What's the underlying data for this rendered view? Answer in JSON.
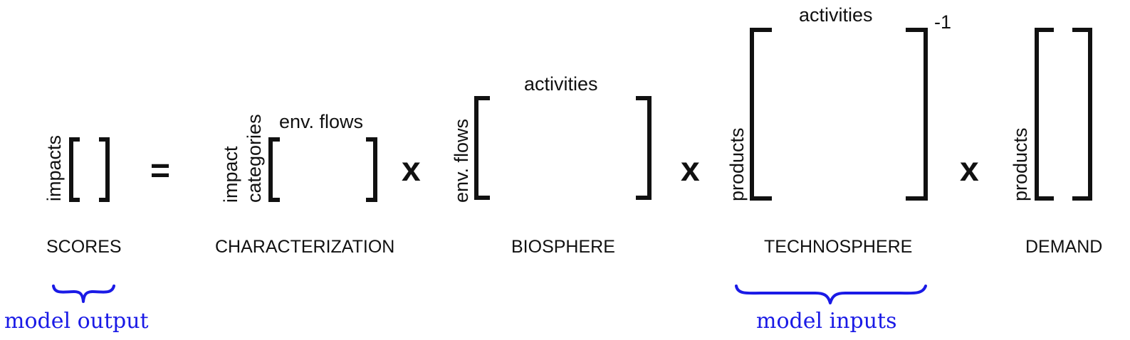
{
  "scores": {
    "row_label": "impacts",
    "name": "SCORES"
  },
  "equals": "=",
  "characterization": {
    "row_label_line1": "impact",
    "row_label_line2": "categories",
    "col_label": "env. flows",
    "name": "CHARACTERIZATION"
  },
  "times": "x",
  "biosphere": {
    "row_label": "env. flows",
    "col_label": "activities",
    "name": "BIOSPHERE"
  },
  "technosphere": {
    "row_label": "products",
    "col_label": "activities",
    "exponent": "-1",
    "name": "TECHNOSPHERE"
  },
  "demand": {
    "row_label": "products",
    "name": "DEMAND"
  },
  "annotations": {
    "output": "model output",
    "inputs": "model inputs"
  },
  "colors": {
    "ink": "#111111",
    "annotation": "#1a1ae6"
  }
}
